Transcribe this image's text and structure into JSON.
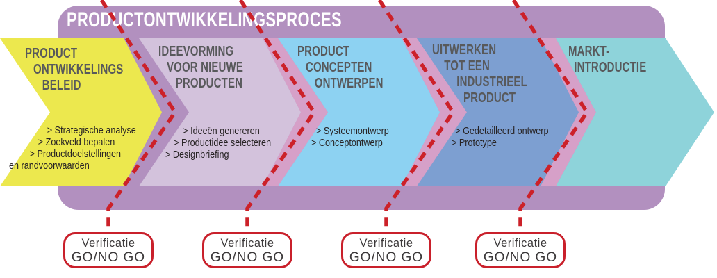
{
  "banner": {
    "title": "PRODUCTONTWIKKELINGSPROCES"
  },
  "colors": {
    "panel": "#b290bf",
    "band": "#d6a0c8",
    "dash": "#cc2129",
    "title_text": "#ffffff",
    "heading_text": "#58595b",
    "bullet_text": "#272324",
    "box_border": "#c9202b",
    "box_text": "#3b3839",
    "chevron_1": "#ece84e",
    "chevron_2": "#d3c2dc",
    "chevron_3": "#8dd2f2",
    "chevron_4": "#7d9fd1",
    "chevron_5": "#8ed3da"
  },
  "chevrons": [
    {
      "name": "product-ontwikkelings-beleid",
      "color": "#ece84e",
      "title_lines": [
        "PRODUCT",
        "ONTWIKKELINGS",
        "BELEID"
      ],
      "bullets": [
        "> Strategische analyse",
        "> Zoekveld bepalen",
        "> Productdoelstellingen",
        "en randvoorwaarden"
      ]
    },
    {
      "name": "ideevorming-voor-nieuwe-producten",
      "color": "#d3c2dc",
      "title_lines": [
        "IDEEVORMING",
        "VOOR NIEUWE",
        "PRODUCTEN"
      ],
      "bullets": [
        "> Ideeën genereren",
        "> Productidee selecteren",
        "> Designbriefing"
      ]
    },
    {
      "name": "product-concepten-ontwerpen",
      "color": "#8dd2f2",
      "title_lines": [
        "PRODUCT",
        "CONCEPTEN",
        "ONTWERPEN"
      ],
      "bullets": [
        "> Systeemontwerp",
        "> Conceptontwerp"
      ]
    },
    {
      "name": "uitwerken-tot-een-industrieel-product",
      "color": "#7d9fd1",
      "title_lines": [
        "UITWERKEN",
        "TOT EEN",
        "INDUSTRIEEL",
        "PRODUCT"
      ],
      "bullets": [
        "> Gedetailleerd ontwerp",
        "> Prototype"
      ]
    },
    {
      "name": "markt-introductie",
      "color": "#8ed3da",
      "title_lines": [
        "MARKT-",
        "INTRODUCTIE"
      ],
      "bullets": []
    }
  ],
  "verification_boxes": [
    {
      "line1": "Verificatie",
      "line2": "GO/NO GO"
    },
    {
      "line1": "Verificatie",
      "line2": "GO/NO GO"
    },
    {
      "line1": "Verificatie",
      "line2": "GO/NO GO"
    },
    {
      "line1": "Verificatie",
      "line2": "GO/NO GO"
    }
  ]
}
